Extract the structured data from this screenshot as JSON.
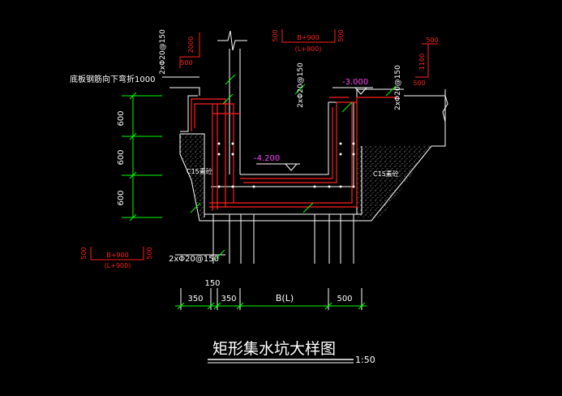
{
  "title": "矩形集水坑大样图",
  "scale": "1:50",
  "labels": {
    "bottom_rebar_note": "底板钢筋向下弯折1000",
    "rebar_top_left": "2xΦ20@150",
    "rebar_mid": "2xΦ20@150",
    "rebar_right": "2xΦ20@150",
    "rebar_bottom": "2xΦ20@150",
    "c15_left": "C15素砼",
    "c15_right": "C15素砼",
    "elev_top": "-3.000",
    "elev_pit": "-4.200",
    "box_top_500": "500",
    "box_top_b": "B+900",
    "box_top_l": "(L+900)",
    "box_top_500b": "500",
    "box_left_2000": "2000",
    "box_left_500": "500",
    "box_right_500": "500",
    "box_right_1100": "1100",
    "box_right_500b": "500",
    "box_bot_500": "500",
    "box_bot_b": "B+900",
    "box_bot_l": "(L+900)",
    "box_bot_500b": "500"
  },
  "dims_vertical": [
    "600",
    "600",
    "600"
  ],
  "dims_horizontal": {
    "top_150": "150",
    "d1": "350",
    "d2": "350",
    "d3": "B(L)",
    "d4": "500"
  },
  "colors": {
    "white": "#ffffff",
    "red": "#ff2020",
    "green": "#00ff00",
    "magenta": "#ff40ff",
    "gray": "#c8c8c8"
  }
}
